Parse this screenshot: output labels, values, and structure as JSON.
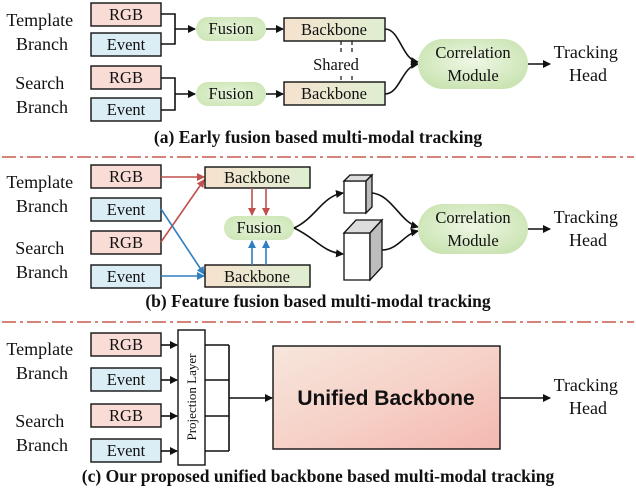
{
  "labels": {
    "template_branch": [
      "Template",
      "Branch"
    ],
    "search_branch": [
      "Search",
      "Branch"
    ],
    "rgb": "RGB",
    "event": "Event",
    "fusion": "Fusion",
    "backbone": "Backbone",
    "shared": "Shared",
    "correlation_module": [
      "Correlation",
      "Module"
    ],
    "tracking_head": [
      "Tracking",
      "Head"
    ],
    "projection_layer": "Projection Layer",
    "unified_backbone": "Unified Backbone"
  },
  "captions": {
    "a": "(a) Early fusion based multi-modal tracking",
    "b": "(b) Feature fusion based multi-modal tracking",
    "c": "(c) Our proposed unified backbone based multi-modal tracking"
  },
  "colors": {
    "rgb_fill": "#f9dcd6",
    "event_fill": "#dbeef6",
    "fusion_fill": "#d6ebc2",
    "backbone_gradient": [
      "#f5e2cf",
      "#dfeed0"
    ],
    "unified_gradient": [
      "#f6ccc4",
      "#f3d8cd"
    ],
    "rgb_arrow": "#c0504d",
    "event_arrow": "#2f7fc1",
    "separator": "#c0392b"
  }
}
